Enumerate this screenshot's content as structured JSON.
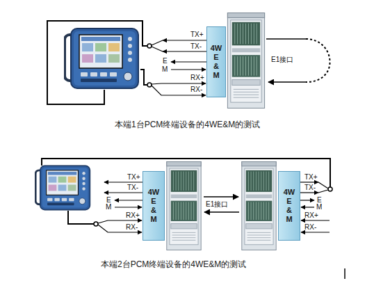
{
  "diagram": {
    "nodes": [
      {
        "text": [
          "4W E & M"
        ]
      },
      {
        "text": [
          "4W E & M"
        ]
      },
      {
        "text": [
          "4W E & M"
        ]
      }
    ],
    "labels": [
      "TX+",
      "TX-",
      "E",
      "M",
      "RX+",
      "RX-",
      "E1接口",
      "本端1台PCM终端设备的4WE&M的测试",
      "TX+",
      "TX-",
      "E",
      "M",
      "RX+",
      "RX-",
      "E1接口",
      "TX+",
      "TX-",
      "E",
      "M",
      "RX+",
      "RX-",
      "本端2台PCM终端设备的4WE&M的测试"
    ]
  }
}
